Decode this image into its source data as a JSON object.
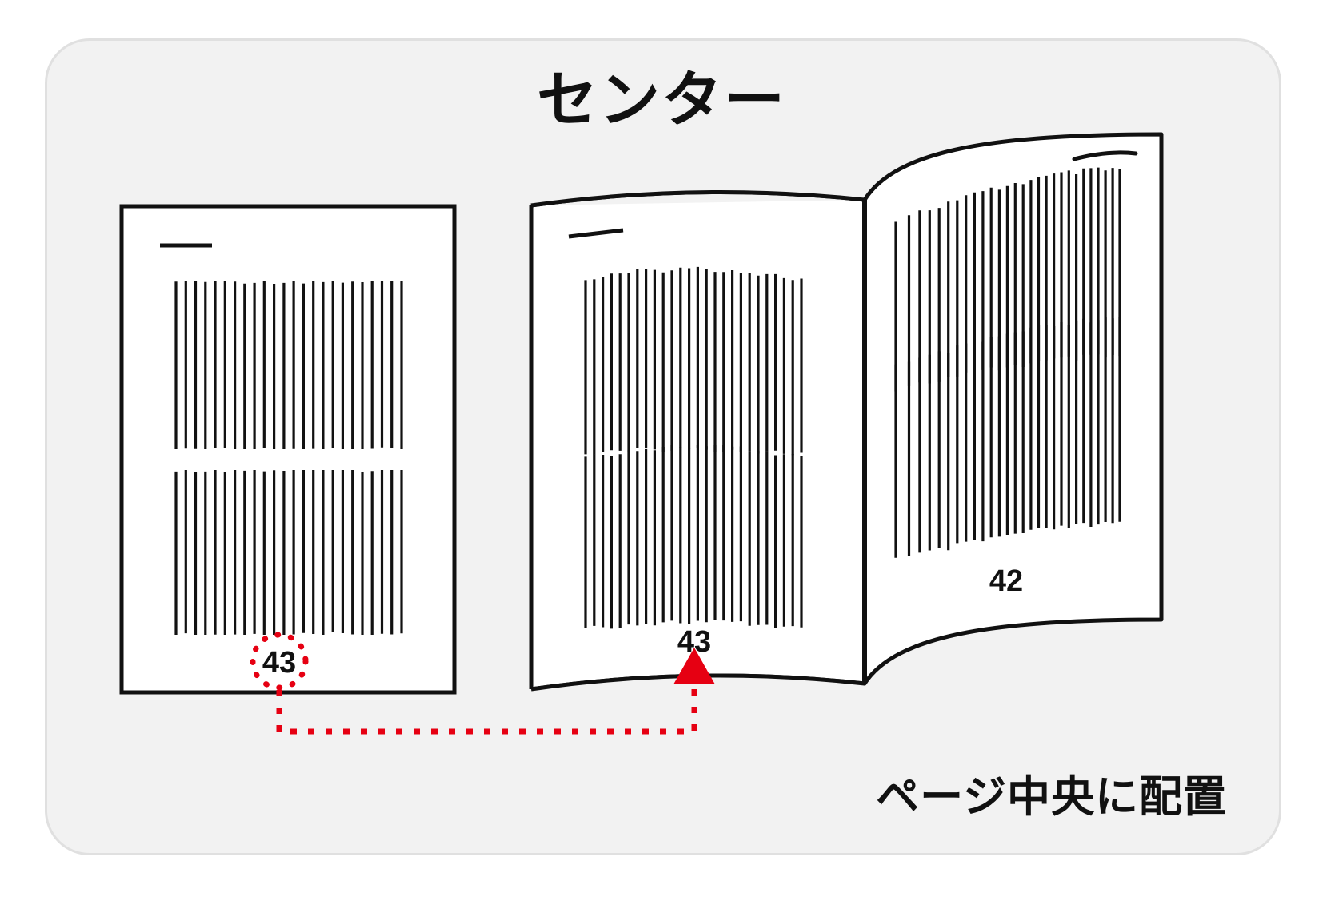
{
  "card": {
    "background": "#f2f2f2",
    "border_color": "#e0e0e0"
  },
  "headline": {
    "text": "センター"
  },
  "caption": {
    "text": "ページ中央に配置"
  },
  "accent": {
    "highlight_color": "#e60012",
    "ink_color": "#111111",
    "paper_color": "#ffffff"
  },
  "flat_page": {
    "label": "flat-page",
    "page_number": "43",
    "highlighted": true,
    "title_rule": true,
    "text_blocks": [
      {
        "lines": 24
      },
      {
        "lines": 24
      }
    ]
  },
  "book": {
    "label": "open-book",
    "left_page": {
      "page_number": "43",
      "title_rule": true,
      "text_blocks": [
        {
          "lines": 26
        },
        {
          "lines": 26
        }
      ]
    },
    "right_page": {
      "page_number": "42",
      "title_rule": true,
      "text_blocks": [
        {
          "lines": 28
        },
        {
          "lines": 28
        }
      ]
    }
  },
  "connector": {
    "style": "dotted",
    "color": "#e60012",
    "from": "flat-page-number",
    "to": "book-left-page-number",
    "arrowhead": "up"
  },
  "annotations": {
    "circle_marker": {
      "style": "dotted-circle",
      "color": "#e60012",
      "target": "43"
    }
  }
}
